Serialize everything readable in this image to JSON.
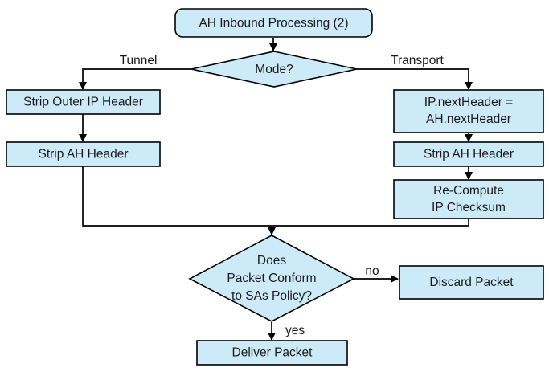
{
  "diagram": {
    "title": "AH Inbound Processing (2)",
    "fill_color": "#cceaf8",
    "stroke_color": "#000000",
    "background_color": "#ffffff",
    "nodes": {
      "start": {
        "label": "AH Inbound Processing (2)",
        "shape": "rounded-rectangle"
      },
      "mode_decision": {
        "label": "Mode?",
        "shape": "diamond"
      },
      "strip_outer_ip": {
        "label": "Strip Outer IP Header",
        "shape": "rectangle"
      },
      "strip_ah_tunnel": {
        "label": "Strip AH Header",
        "shape": "rectangle"
      },
      "next_header_line1": "IP.nextHeader =",
      "next_header_line2": "AH.nextHeader",
      "strip_ah_transport": {
        "label": "Strip AH Header",
        "shape": "rectangle"
      },
      "recompute_line1": "Re-Compute",
      "recompute_line2": "IP Checksum",
      "conform_line1": "Does",
      "conform_line2": "Packet Conform",
      "conform_line3": "to SAs Policy?",
      "discard": {
        "label": "Discard Packet",
        "shape": "rectangle"
      },
      "deliver": {
        "label": "Deliver Packet",
        "shape": "rectangle"
      }
    },
    "edge_labels": {
      "tunnel": "Tunnel",
      "transport": "Transport",
      "no": "no",
      "yes": "yes"
    }
  }
}
